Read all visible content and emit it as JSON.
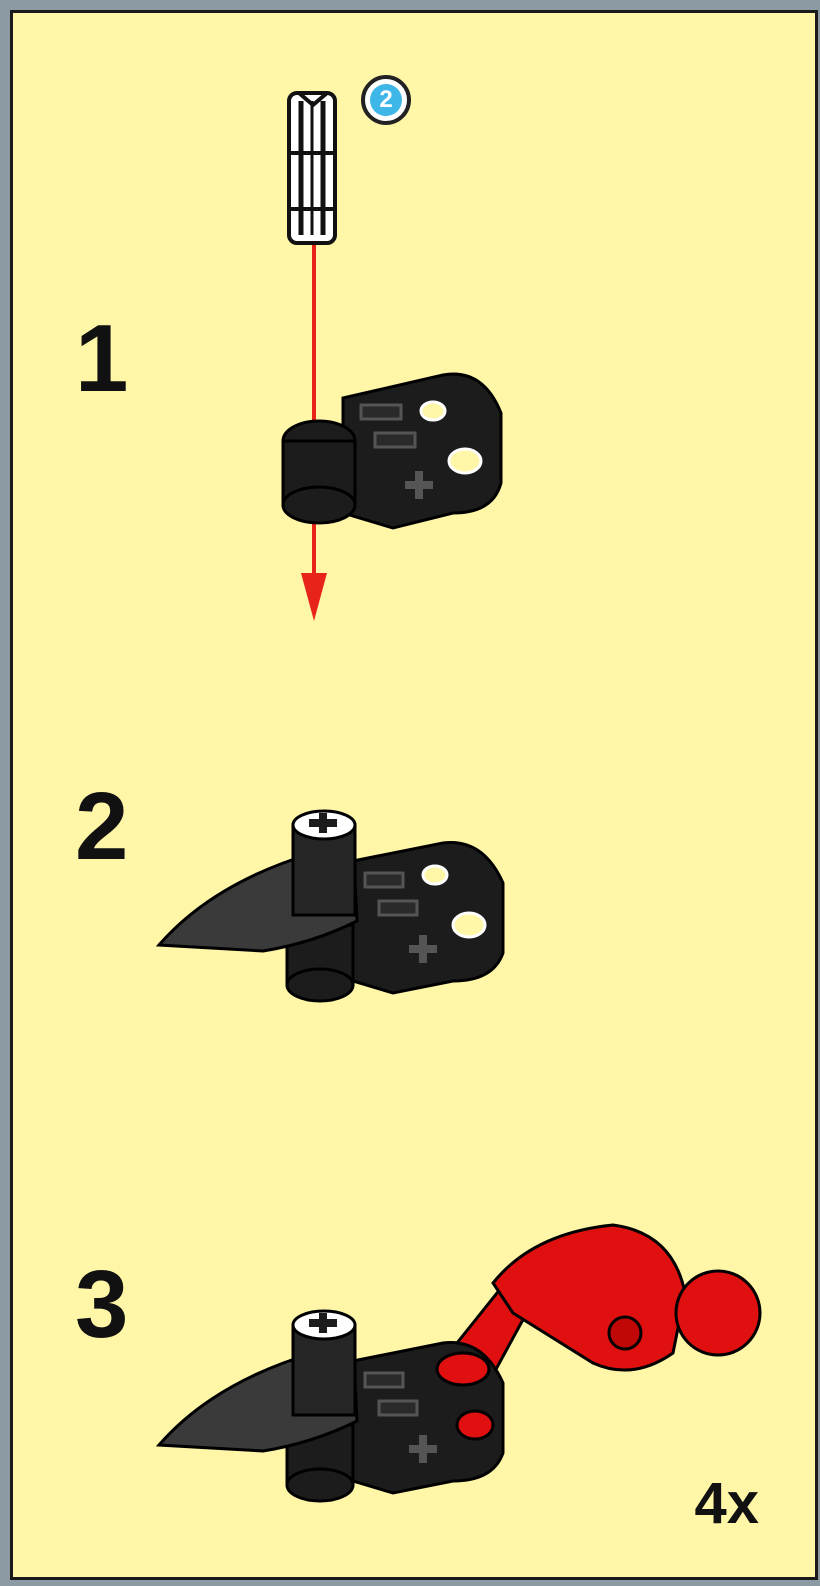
{
  "steps": [
    {
      "number": "1"
    },
    {
      "number": "2"
    },
    {
      "number": "3"
    }
  ],
  "parts_callout": {
    "quantity": "2",
    "part": "axle-pin"
  },
  "multiplier": "4x",
  "colors": {
    "background": "#fff6a8",
    "part_black": "#1c1c1c",
    "part_red": "#e01010",
    "arrow_red": "#e8231a",
    "badge_blue": "#3fb6e8"
  }
}
